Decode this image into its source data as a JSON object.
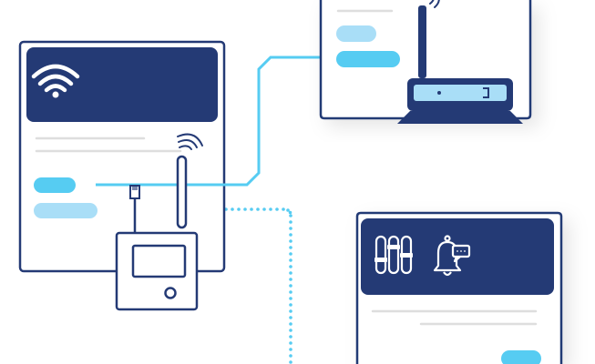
{
  "colors": {
    "navy": "#243a75",
    "cyan": "#56ccf2",
    "light_cyan": "#a9def7",
    "gray_line": "#dedede",
    "background": "#ffffff"
  },
  "icons": {
    "wifi": "wifi-icon",
    "antenna_signal": "signal-waves-icon",
    "sliders": "sliders-icon",
    "notification": "bell-chat-icon",
    "ethernet": "ethernet-plug-icon"
  },
  "panels": [
    {
      "name": "left-card",
      "header_icon": "wifi-icon"
    },
    {
      "name": "top-right-card",
      "device": "wireless-router"
    },
    {
      "name": "bottom-right-card",
      "header_icons": [
        "sliders-icon",
        "bell-chat-icon"
      ]
    }
  ],
  "connections": [
    {
      "from": "left-card",
      "to": "top-right-card",
      "style": "solid"
    },
    {
      "from": "sensor-device",
      "to": "bottom-right-card",
      "style": "dotted"
    }
  ]
}
